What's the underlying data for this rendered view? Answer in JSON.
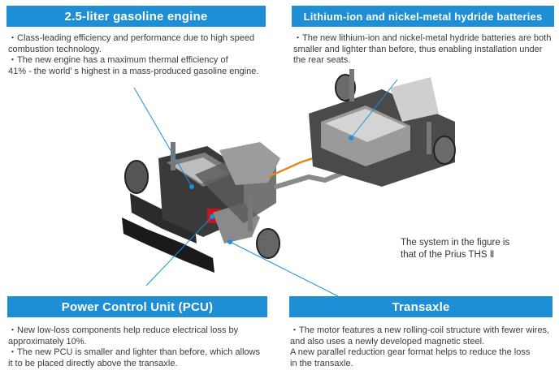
{
  "engine": {
    "title": "2.5-liter gasoline engine",
    "lines": [
      "・Class-leading efficiency and performance due to high speed",
      "combustion technology.",
      "・The new engine has a maximum thermal efficiency of",
      "41% - the world’ s highest in a mass-produced gasoline engine."
    ]
  },
  "batteries": {
    "title": "Lithium-ion and nickel-metal hydride batteries",
    "lines": [
      "・The new lithium-ion and nickel-metal hydride batteries are both",
      "smaller and lighter than before, thus enabling installation under",
      "the rear seats."
    ]
  },
  "note": {
    "lines": [
      "The system in the figure is",
      "that of the Prius THS Ⅱ"
    ]
  },
  "pcu": {
    "title": "Power Control Unit (PCU)",
    "lines": [
      "・New low-loss components help reduce electrical loss by",
      "approximately 10%.",
      "・The new PCU is smaller and lighter than before, which allows",
      "it to be placed directly above the transaxle."
    ]
  },
  "transaxle": {
    "title": "Transaxle",
    "lines": [
      "・The motor features a new rolling-coil structure with fewer wires,",
      "and also uses a newly developed magnetic steel.",
      "A new parallel reduction gear format helps to reduce the loss",
      "in the transaxle."
    ]
  },
  "colors": {
    "header_bg": "#1e8fd6",
    "leader_line": "#1e8fd6"
  }
}
